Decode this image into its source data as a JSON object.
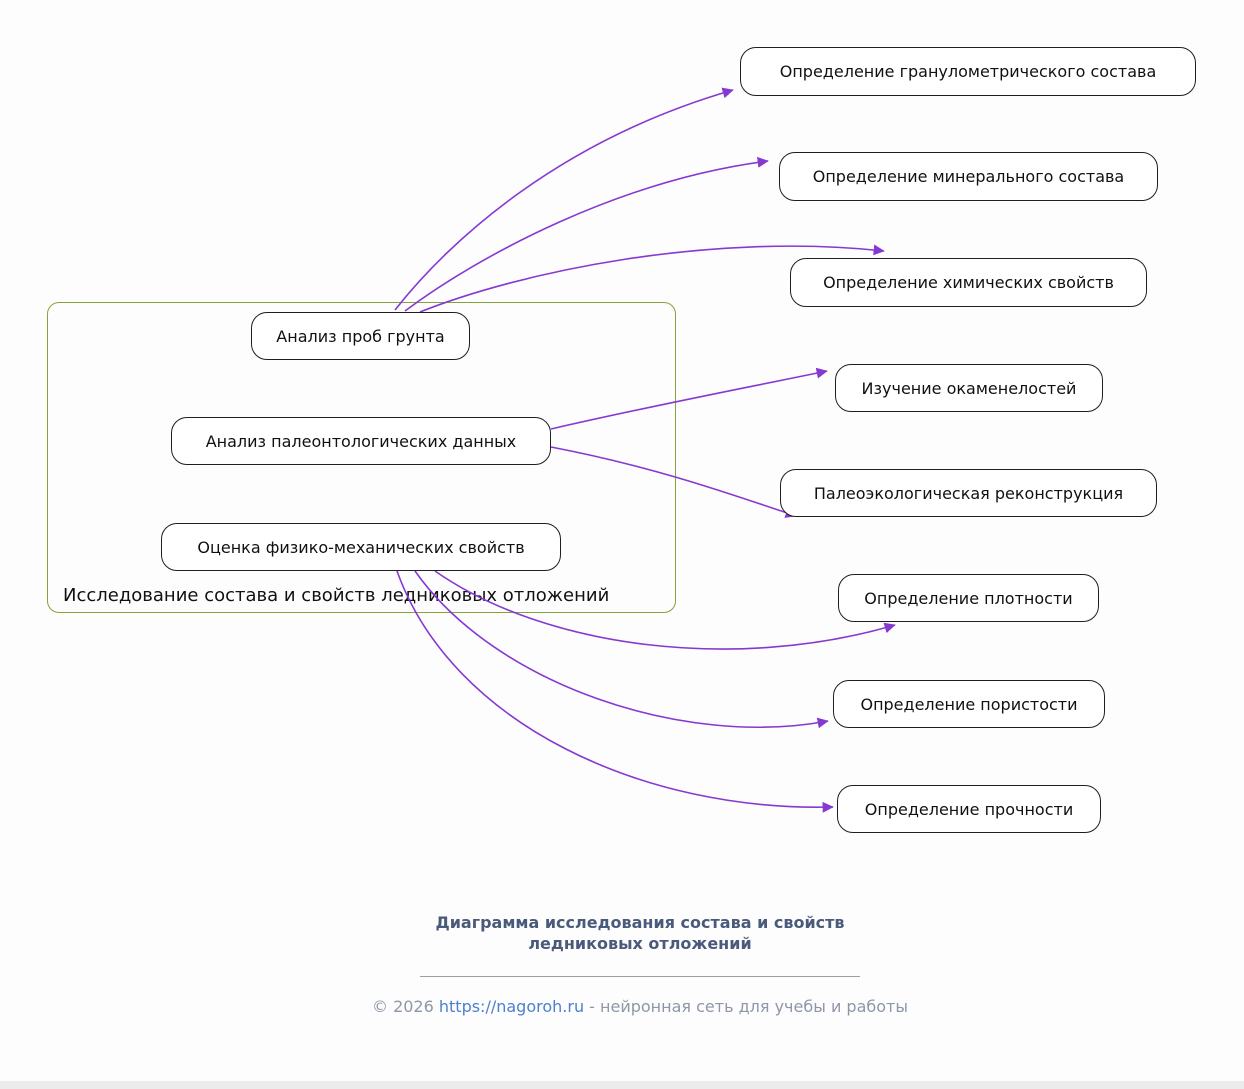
{
  "diagram": {
    "group_label": "Исследование состава и свойств ледниковых отложений",
    "nodes": [
      {
        "label": "Анализ проб грунта"
      },
      {
        "label": "Анализ палеонтологических данных"
      },
      {
        "label": "Оценка физико-механических свойств"
      },
      {
        "label": "Определение гранулометрического состава"
      },
      {
        "label": "Определение минерального состава"
      },
      {
        "label": "Определение химических свойств"
      },
      {
        "label": "Изучение окаменелостей"
      },
      {
        "label": "Палеоэкологическая реконструкция"
      },
      {
        "label": "Определение плотности"
      },
      {
        "label": "Определение пористости"
      },
      {
        "label": "Определение прочности"
      }
    ],
    "edges": [
      {
        "from": "Анализ проб грунта",
        "to": "Определение гранулометрического состава"
      },
      {
        "from": "Анализ проб грунта",
        "to": "Определение минерального состава"
      },
      {
        "from": "Анализ проб грунта",
        "to": "Определение химических свойств"
      },
      {
        "from": "Анализ палеонтологических данных",
        "to": "Изучение окаменелостей"
      },
      {
        "from": "Анализ палеонтологических данных",
        "to": "Палеоэкологическая реконструкция"
      },
      {
        "from": "Оценка физико-механических свойств",
        "to": "Определение плотности"
      },
      {
        "from": "Оценка физико-механических свойств",
        "to": "Определение пористости"
      },
      {
        "from": "Оценка физико-механических свойств",
        "to": "Определение прочности"
      }
    ]
  },
  "footer": {
    "title_line1": "Диаграмма исследования состава и свойств",
    "title_line2": "ледниковых отложений",
    "copyright_prefix": "© 2026 ",
    "copyright_link": "https://nagoroh.ru",
    "copyright_suffix": " - нейронная сеть для учебы и работы"
  },
  "colors": {
    "background": "#fdfdfd",
    "arrow": "#8639d1",
    "group_border": "#84a33c",
    "node_border": "#1f1f1f",
    "node_fill": "#ffffff",
    "footer_title": "#4a5a7a",
    "footer_text": "#8e97a8",
    "link": "#4c7fd0"
  }
}
